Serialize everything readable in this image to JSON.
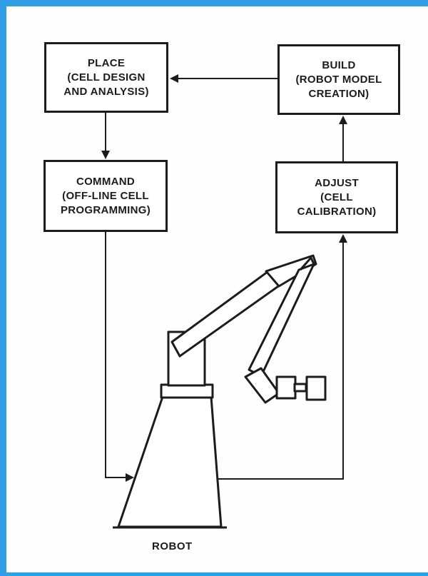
{
  "boxes": {
    "place": {
      "title": "PLACE",
      "line1": "(CELL DESIGN",
      "line2": "AND ANALYSIS)"
    },
    "build": {
      "title": "BUILD",
      "line1": "(ROBOT MODEL",
      "line2": "CREATION)"
    },
    "command": {
      "title": "COMMAND",
      "line1": "(OFF-LINE CELL",
      "line2": "PROGRAMMING)"
    },
    "adjust": {
      "title": "ADJUST",
      "line1": "(CELL",
      "line2": "CALIBRATION)"
    }
  },
  "robot_label": "ROBOT",
  "colors": {
    "border_accent": "#2fa0e6",
    "ink": "#1c1c1c"
  },
  "icons": [
    "robot-arm-illustration",
    "arrow-head"
  ]
}
